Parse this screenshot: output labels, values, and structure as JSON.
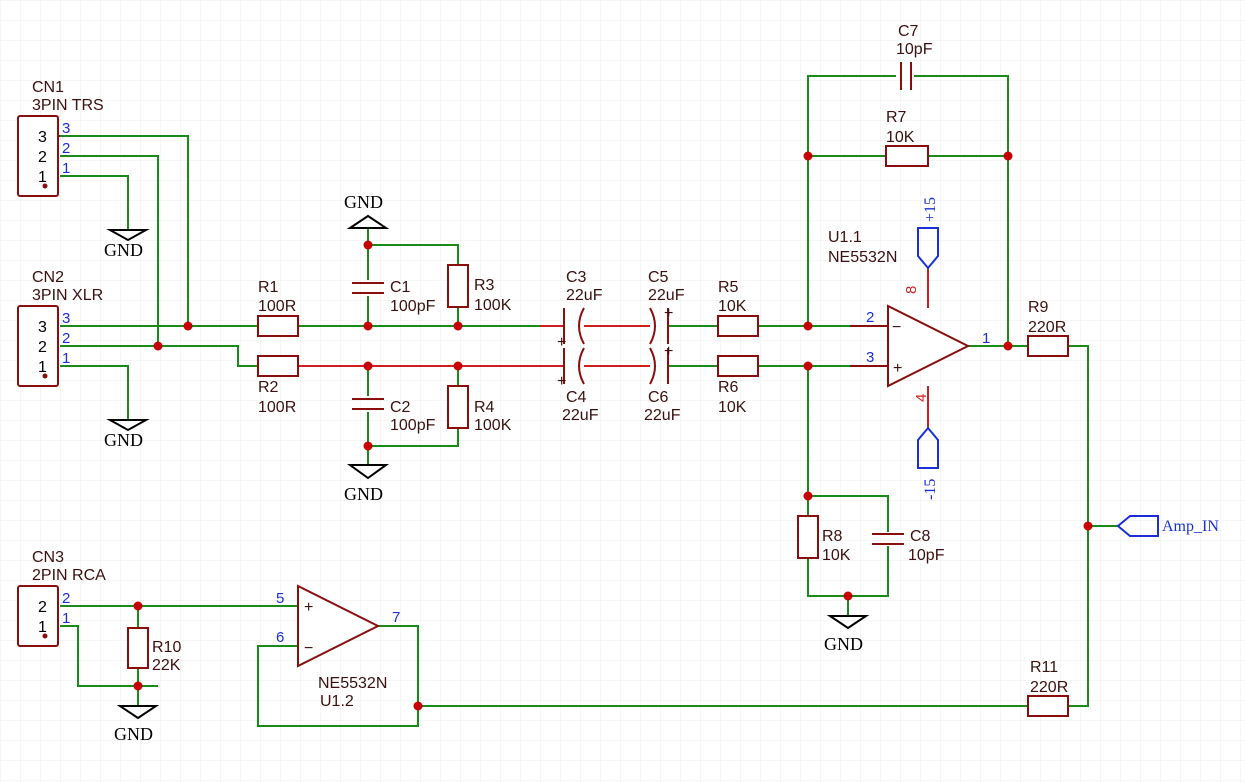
{
  "connectors": {
    "cn1": {
      "ref": "CN1",
      "value": "3PIN TRS",
      "pins": [
        "3",
        "2",
        "1"
      ]
    },
    "cn2": {
      "ref": "CN2",
      "value": "3PIN XLR",
      "pins": [
        "3",
        "2",
        "1"
      ]
    },
    "cn3": {
      "ref": "CN3",
      "value": "2PIN RCA",
      "pins": [
        "2",
        "1"
      ]
    }
  },
  "resistors": {
    "r1": {
      "ref": "R1",
      "value": "100R"
    },
    "r2": {
      "ref": "R2",
      "value": "100R"
    },
    "r3": {
      "ref": "R3",
      "value": "100K"
    },
    "r4": {
      "ref": "R4",
      "value": "100K"
    },
    "r5": {
      "ref": "R5",
      "value": "10K"
    },
    "r6": {
      "ref": "R6",
      "value": "10K"
    },
    "r7": {
      "ref": "R7",
      "value": "10K"
    },
    "r8": {
      "ref": "R8",
      "value": "10K"
    },
    "r9": {
      "ref": "R9",
      "value": "220R"
    },
    "r10": {
      "ref": "R10",
      "value": "22K"
    },
    "r11": {
      "ref": "R11",
      "value": "220R"
    }
  },
  "capacitors": {
    "c1": {
      "ref": "C1",
      "value": "100pF"
    },
    "c2": {
      "ref": "C2",
      "value": "100pF"
    },
    "c3": {
      "ref": "C3",
      "value": "22uF"
    },
    "c4": {
      "ref": "C4",
      "value": "22uF"
    },
    "c5": {
      "ref": "C5",
      "value": "22uF"
    },
    "c6": {
      "ref": "C6",
      "value": "22uF"
    },
    "c7": {
      "ref": "C7",
      "value": "10pF"
    },
    "c8": {
      "ref": "C8",
      "value": "10pF"
    }
  },
  "opamps": {
    "u11": {
      "ref": "U1.1",
      "value": "NE5532N",
      "pin_inv": "2",
      "pin_noninv": "3",
      "pin_out": "1",
      "pin_vpos": "8",
      "pin_vneg": "4"
    },
    "u12": {
      "ref": "U1.2",
      "value": "NE5532N",
      "pin_noninv": "5",
      "pin_inv": "6",
      "pin_out": "7"
    }
  },
  "power": {
    "vpos": "+15",
    "vneg": "-15",
    "gnd": "GND"
  },
  "nets": {
    "amp_in": "Amp_IN"
  },
  "symbols": {
    "plus": "+",
    "minus": "−"
  }
}
